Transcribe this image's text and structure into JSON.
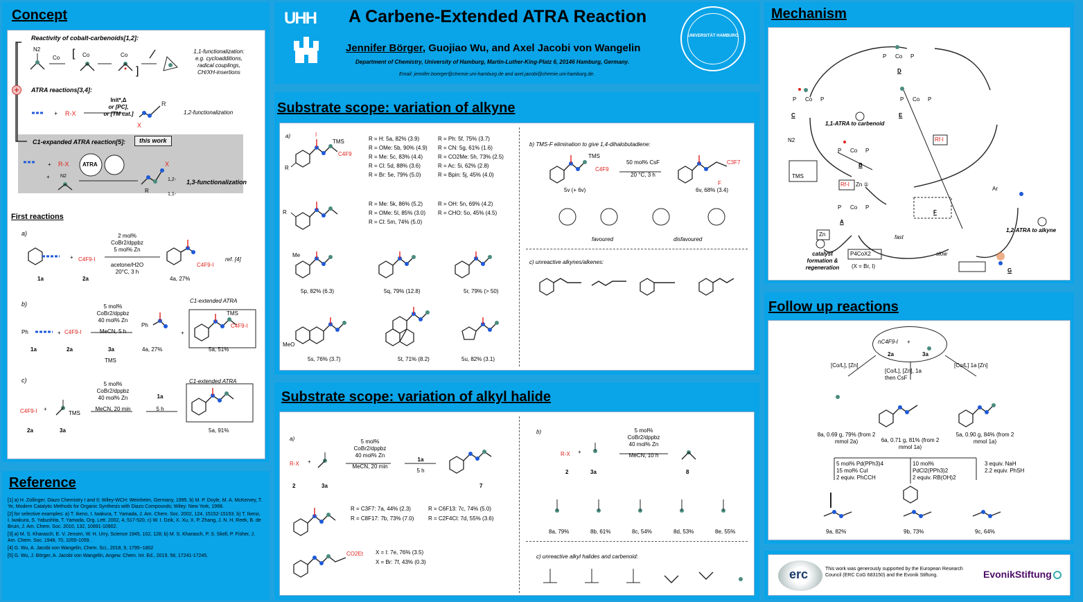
{
  "header": {
    "logo_text": "UHH",
    "title": "A Carbene-Extended ATRA Reaction",
    "authors": [
      "Jennifer Börger",
      "Guojiao Wu",
      "and Axel Jacobi von Wangelin"
    ],
    "affiliation": "Department of Chemistry, University of Hamburg, Martin-Luther-King-Platz 6, 20146 Hamburg, Germany.",
    "email": "Email: jennifer.boerger@chemie.uni-hamburg.de and axel.jacobi@chemie.uni-hamburg.de.",
    "seal_text": "UNIVERSITÄT HAMBURG"
  },
  "concept": {
    "title": "Concept",
    "reactivity_label": "Reactivity of cobalt-carbenoids[1,2]:",
    "reactivity_result": [
      "1,1-functionalization:",
      "e.g. cycloadditions,",
      "radical couplings,",
      "CH/XH-insertions"
    ],
    "atra_label": "ATRA reactions[3,4]:",
    "atra_conditions": [
      "Init*,Δ",
      "or [PC],",
      "or [TM cat.]"
    ],
    "atra_result": "1,2-functionalization",
    "c1_label": "C1-expanded ATRA reaction[5]:",
    "this_work": "this work",
    "c1_result": "1,3-functionalization",
    "atra_circle": "ATRA",
    "rx": "R-X",
    "first_reactions_title": "First reactions",
    "rxn_a": {
      "label": "a)",
      "conditions": [
        "2 mol%",
        "CoBr2/dppbz",
        "5 mol% Zn",
        "acetone/H2O",
        "20°C, 3 h"
      ],
      "compounds": [
        "1a",
        "2a",
        "4a, 27%"
      ],
      "reagent": "C4F9-I",
      "ref": "ref. [4]"
    },
    "rxn_b": {
      "label": "b)",
      "conditions": [
        "5 mol%",
        "CoBr2/dppbz",
        "40 mol% Zn",
        "MeCN, 5 h"
      ],
      "compounds": [
        "1a",
        "2a",
        "3a",
        "4a, 27%",
        "5a, 51%"
      ],
      "reagent": "C4F9-I",
      "ph": "Ph",
      "tms": "TMS",
      "box_title": "C1-extended ATRA"
    },
    "rxn_c": {
      "label": "c)",
      "conditions": [
        "5 mol%",
        "CoBr2/dppbz",
        "40 mol% Zn",
        "MeCN, 20 min"
      ],
      "step2": [
        "1a",
        "5 h"
      ],
      "compounds": [
        "2a",
        "3a",
        "5a, 91%"
      ],
      "reagent": "C4F9-I",
      "box_title": "C1-extended ATRA"
    }
  },
  "reference": {
    "title": "Reference",
    "items": [
      "[1] a) H. Zollinger, Diazo Chemistry I and II; Wiley-WCH: Weinheim, Germany, 1995. b) M. P. Doyle, M. A. McKervey, T. Ye, Modern Catalytic Methods for Organic Synthesis with Diazo Compounds; Wiley: New York, 1998.",
      "[2] for selective examples: a) T. Ikeno, I. Iwakura, T. Yamada, J. Am. Chem. Soc. 2002, 124, 15152-15153. b) T. Ikeno, I. Iwakura, S. Yabushita, T. Yamada, Org. Lett. 2002, 4, 517-520, c) W. I. Dzik, X. Xu, X. P. Zhang, J. N. H. Reek, B. de Bruin, J. Am. Chem. Soc. 2010, 132, 10891-10902.",
      "[3] a) M. S. Kharasch, E. V. Jensen, W. H. Urry, Science 1945, 102, 128; b) M. S. Kharasch, P. S. Skell, P. Fisher, J. Am. Chem. Soc. 1948, 70, 1055-1059.",
      "[4] G. Wu, A. Jacobi von Wangelin, Chem. Sci., 2018, 9, 1795−1802",
      "[5] G. Wu, J. Börger, A. Jacobi von Wangelin, Angew. Chem. Int. Ed., 2019, 58, 17241-17245."
    ]
  },
  "alkyne_scope": {
    "title": "Substrate scope: variation of alkyne",
    "label_a": "a)",
    "rows1": [
      [
        "R = H:  5a, 82% (3.9)",
        "R = Ph: 5f, 75% (3.7)"
      ],
      [
        "R = OMe: 5b, 90% (4.9)",
        "R = CN: 5g, 61% (1.6)"
      ],
      [
        "R = Me: 5c, 83% (4.4)",
        "R = CO2Me: 5h, 73% (2.5)"
      ],
      [
        "R = Cl: 5d, 88% (3.6)",
        "R = Ac: 5i, 62% (2.8)"
      ],
      [
        "R = Br: 5e, 79% (5.0)",
        "R = Bpin: 5j, 45% (4.0)"
      ]
    ],
    "rows2": [
      [
        "R = Me: 5k, 86% (5.2)",
        "R = OH: 5n, 69% (4.2)"
      ],
      [
        "R = OMe: 5l, 85% (3.0)",
        "R = CHO: 5o, 45% (4.5)"
      ],
      [
        "R = Cl: 5m, 74% (5.0)",
        ""
      ]
    ],
    "products": [
      "5p, 82% (6.3)",
      "5q, 79% (12.8)",
      "5r, 79% (> 50)",
      "5s, 76% (3.7)",
      "5t, 71% (8.2)",
      "5u, 82% (3.1)"
    ],
    "label_b": "b)  TMS-F elimination to give 1,4-dihalobutadiene:",
    "b_conditions": [
      "50 mol% CsF",
      "20 °C, 3 h"
    ],
    "b_compounds": [
      "5v (+ 6v)",
      "6v, 68% (3.4)"
    ],
    "newman": [
      "favoured",
      "disfavoured"
    ],
    "label_c": "c)  unreactive alkynes/alkenes:",
    "tms": "TMS",
    "c4f9": "C4F9",
    "c3f7": "C3F7",
    "meo": "MeO",
    "me": "Me",
    "r": "R",
    "i": "I",
    "f": "F"
  },
  "halide_scope": {
    "title": "Substrate scope: variation of alkyl halide",
    "label_a": "a)",
    "a_conditions": [
      "5 mol%",
      "CoBr2/dppbz",
      "40 mol% Zn",
      "MeCN, 20 min"
    ],
    "a_step2": [
      "1a",
      "5 h"
    ],
    "a_compounds": [
      "2",
      "3a",
      "7"
    ],
    "rows": [
      [
        "R = C3F7: 7a, 44% (2.3)",
        "R = C6F13: 7c, 74% (5.0)"
      ],
      [
        "R = C8F17: 7b, 73% (7.0)",
        "R = C2F4Cl: 7d, 55% (3.6)"
      ]
    ],
    "rows2": [
      "X = I: 7e, 76% (3.5)",
      "X = Br: 7f, 43% (0.3)"
    ],
    "label_b": "b)",
    "b_conditions": [
      "5 mol%",
      "CoBr2/dppbz",
      "40 mol% Zn",
      "MeCN, 10 h"
    ],
    "b_compounds": [
      "2",
      "3a",
      "8"
    ],
    "b_products": [
      "8a, 79%",
      "8b, 61%",
      "8c, 54%",
      "8d, 53%",
      "8e, 55%"
    ],
    "label_c": "c)  unreactive alkyl halides and carbenoid:",
    "rx": "R-X",
    "co2et": "CO2Et"
  },
  "mechanism": {
    "title": "Mechanism",
    "labels": [
      "D",
      "C",
      "E",
      "B",
      "A",
      "F",
      "G"
    ],
    "step2": "1,1-ATRA to carbenoid",
    "step3": "1,2-ATRA to alkyne",
    "step1": [
      "catalyst",
      "formation &",
      "regeneration"
    ],
    "zn": "Zn",
    "zn_step": "Zn ①",
    "p4cox2": "P4CoX2",
    "x_eq": "(X = Br, I)",
    "fast": "fast",
    "slow": "slow",
    "rfi": "Rf-I",
    "n2": "N2",
    "tms": "TMS",
    "ar": "Ar"
  },
  "followup": {
    "title": "Follow up reactions",
    "start": [
      "nC4F9-I",
      "+",
      "2a",
      "3a"
    ],
    "branches": [
      "[Co/L], [Zn]",
      "[Co/L], [Zn], 1a then CsF",
      "[Co/L] 1a [Zn]"
    ],
    "products": [
      "8a, 0.69 g, 79% (from 2 mmol 2a)",
      "6a, 0.71 g, 81% (from 2 mmol 1a)",
      "5a, 0.90 g, 84% (from 2 mmol 1a)"
    ],
    "conds": [
      [
        "5 mol% Pd(PPh3)4",
        "15 mol% CuI",
        "2 equiv. PhCCH"
      ],
      [
        "10 mol%",
        "PdCl2(PPh3)2",
        "2 equiv. RB(OH)2"
      ],
      [
        "3 equiv. NaH",
        "2.2 equiv. PhSH"
      ]
    ],
    "final": [
      "9a, 82%",
      "9b, 73%",
      "9c, 64%"
    ]
  },
  "funding": {
    "text": "This work was generously supported by the European Research Council (ERC CoG 683150) and the Evonik Stiftung.",
    "erc": "erc",
    "evonik": "EvonikStiftung"
  },
  "colors": {
    "panel": "#0aa4e8",
    "red": "#e0201b",
    "blue": "#1e5ad8",
    "teal": "#4a8c7e"
  }
}
